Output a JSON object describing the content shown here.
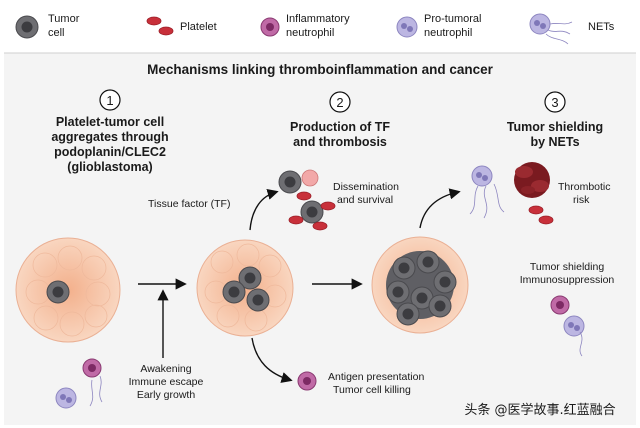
{
  "legend": {
    "tumor_cell": [
      "Tumor",
      "cell"
    ],
    "platelet": "Platelet",
    "inflammatory_neutrophil": [
      "Inflammatory",
      "neutrophil"
    ],
    "pro_tumoral_neutrophil": [
      "Pro-tumoral",
      "neutrophil"
    ],
    "nets": "NETs"
  },
  "title": "Mechanisms linking thromboinflammation and cancer",
  "steps": [
    {
      "number": "1",
      "heading": [
        "Platelet-tumor cell",
        "aggregates through",
        "podoplanin/CLEC2",
        "(glioblastoma)"
      ]
    },
    {
      "number": "2",
      "heading": [
        "Production of TF",
        "and thrombosis"
      ]
    },
    {
      "number": "3",
      "heading": [
        "Tumor shielding",
        "by NETs"
      ]
    }
  ],
  "labels": {
    "tissue_factor": "Tissue factor (TF)",
    "dissemination": [
      "Dissemination",
      "and survival"
    ],
    "thrombotic_risk": [
      "Thrombotic",
      "risk"
    ],
    "awakening": [
      "Awakening",
      "Immune escape",
      "Early growth"
    ],
    "antigen": [
      "Antigen presentation",
      "Tumor cell killing"
    ],
    "shielding": [
      "Tumor shielding",
      "Immunosuppression"
    ]
  },
  "watermark": "头条 @医学故事.红蓝融合",
  "colors": {
    "tumor": "#6e6e72",
    "tumor_nucleus": "#3c3c40",
    "platelet": "#c8303a",
    "inflammatory": "#a9468a",
    "pro_tumoral": "#a39bd0",
    "tissue": "#f6c4a6",
    "thrombus": "#7a1a20",
    "panel_bg": "#f4f4f4"
  }
}
